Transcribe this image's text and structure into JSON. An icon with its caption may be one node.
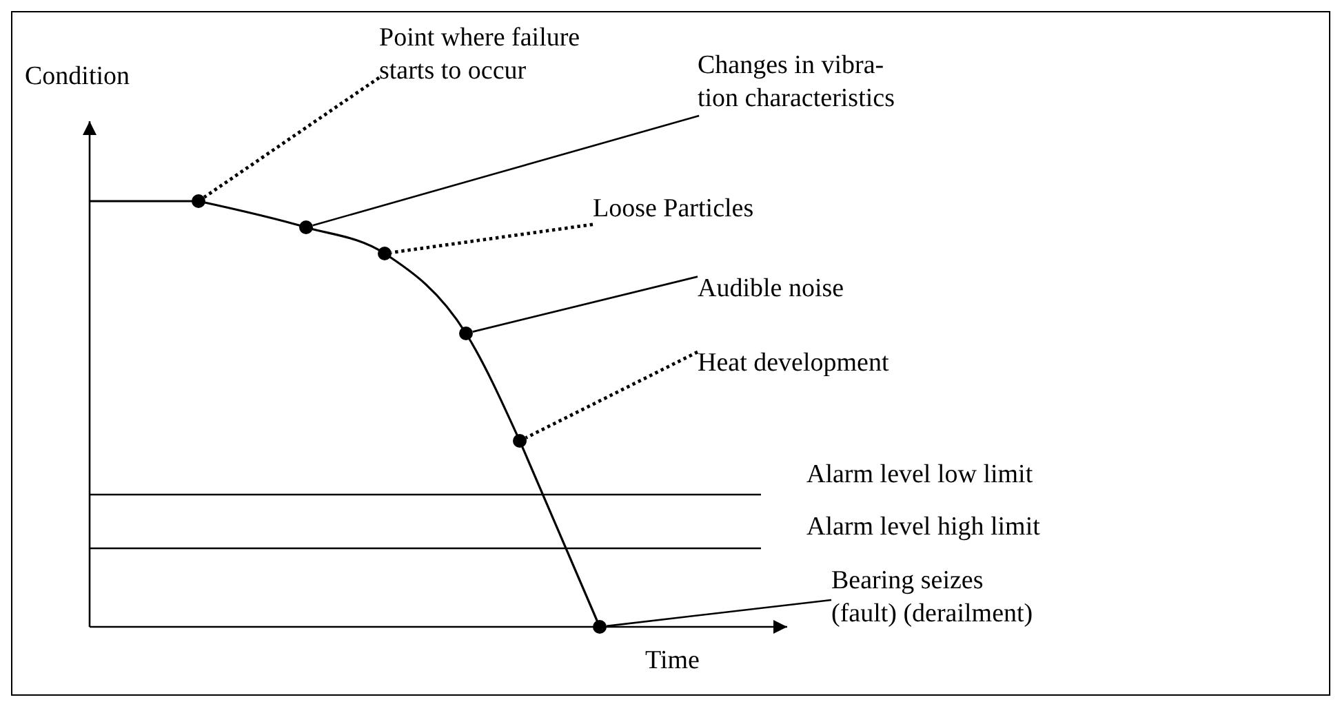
{
  "diagram": {
    "nodes": [
      {
        "text": [
          "Point where failure starts to occur"
        ]
      },
      {
        "text": [
          "Changes in vibra- tion characteristics"
        ]
      },
      {
        "text": [
          "Loose Particles"
        ]
      },
      {
        "text": [
          "Audible noise"
        ]
      },
      {
        "text": [
          "Heat development"
        ]
      },
      {
        "text": [
          "Bearing seizes (fault) (derailment)"
        ]
      },
      {
        "text": [],
        "shape": "circle"
      },
      {
        "text": [],
        "shape": "circle"
      },
      {
        "text": [],
        "shape": "circle"
      },
      {
        "text": [],
        "shape": "circle"
      },
      {
        "text": [],
        "shape": "circle"
      },
      {
        "text": [],
        "shape": "circle"
      }
    ],
    "edges": [
      {
        "from": 0,
        "to": 6,
        "arrow": "none",
        "style": "dashed"
      },
      {
        "from": 1,
        "to": 7,
        "arrow": "none"
      },
      {
        "from": 2,
        "to": 8,
        "arrow": "none",
        "style": "dashed"
      },
      {
        "from": 3,
        "to": 9,
        "arrow": "none"
      },
      {
        "from": 4,
        "to": 10,
        "arrow": "none",
        "style": "dashed"
      },
      {
        "from": 5,
        "to": 11,
        "arrow": "none"
      }
    ],
    "labels": [
      "Condition",
      "Alarm level low limit",
      "Alarm level high limit",
      "Time"
    ]
  }
}
